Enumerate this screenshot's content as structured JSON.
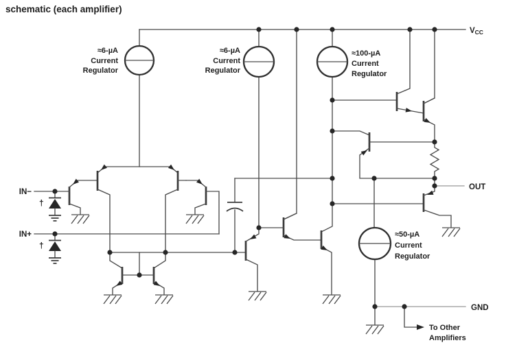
{
  "title": "schematic (each amplifier)",
  "colors": {
    "wire": "#4a4a4a",
    "wire_gray": "#979797",
    "text": "#1c1c1c",
    "background": "#ffffff"
  },
  "pins": {
    "vcc": {
      "label": "V",
      "sub": "CC"
    },
    "in_minus": "IN−",
    "in_plus": "IN+",
    "out": "OUT",
    "gnd": "GND"
  },
  "regulators": [
    {
      "id": "reg-6uA-input-stage",
      "lines": [
        "≈6-µA",
        "Current",
        "Regulator"
      ]
    },
    {
      "id": "reg-6uA-second-stage",
      "lines": [
        "≈6-µA",
        "Current",
        "Regulator"
      ]
    },
    {
      "id": "reg-100uA-output",
      "lines": [
        "≈100-µA",
        "Current",
        "Regulator"
      ]
    },
    {
      "id": "reg-50uA-output",
      "lines": [
        "≈50-µA",
        "Current",
        "Regulator"
      ]
    }
  ],
  "notes": {
    "dagger": "†",
    "to_other_line1": "To Other",
    "to_other_line2": "Amplifiers"
  }
}
